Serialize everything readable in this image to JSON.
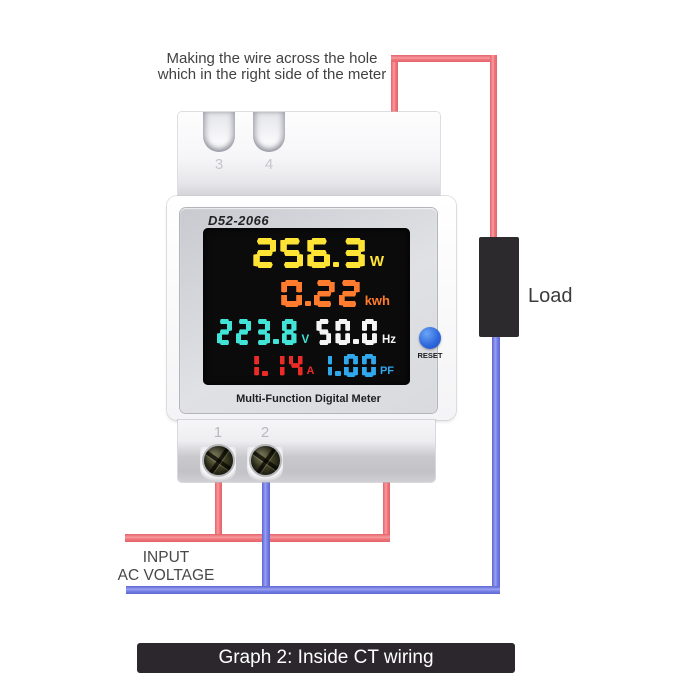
{
  "annotation_top": {
    "line1": "Making the wire across the hole",
    "line2": "which in the right side of the meter"
  },
  "load": {
    "label": "Load"
  },
  "meter": {
    "model": "D52-2066",
    "caption": "Multi-Function Digital Meter",
    "reset_label": "RESET",
    "top_holes": [
      "3",
      "4"
    ],
    "terminals": [
      "1",
      "2"
    ],
    "display_rows": [
      {
        "groups": [
          {
            "value": "256.3",
            "unit": "W",
            "color": "#ffe435"
          }
        ]
      },
      {
        "groups": [
          {
            "value": "0.22",
            "unit": "kwh",
            "color": "#ff7b2d"
          }
        ]
      },
      {
        "groups": [
          {
            "value": "223.8",
            "unit": "V",
            "color": "#41e4d6"
          },
          {
            "value": "50.0",
            "unit": "Hz",
            "color": "#f4f4f4"
          }
        ]
      },
      {
        "groups": [
          {
            "value": "1.14",
            "unit": "A",
            "color": "#ed2b26"
          },
          {
            "value": "1.00",
            "unit": "PF",
            "color": "#2fa8ee"
          }
        ]
      }
    ]
  },
  "input_label": {
    "line1": "INPUT",
    "line2": "AC VOLTAGE"
  },
  "caption_bar": {
    "text": "Graph 2: Inside CT wiring"
  },
  "colors": {
    "live_wire": "#f0787e",
    "neutral_wire": "#7b84e8",
    "load_box": "#2d2a2d",
    "display_bg": "#0b0b0c"
  }
}
